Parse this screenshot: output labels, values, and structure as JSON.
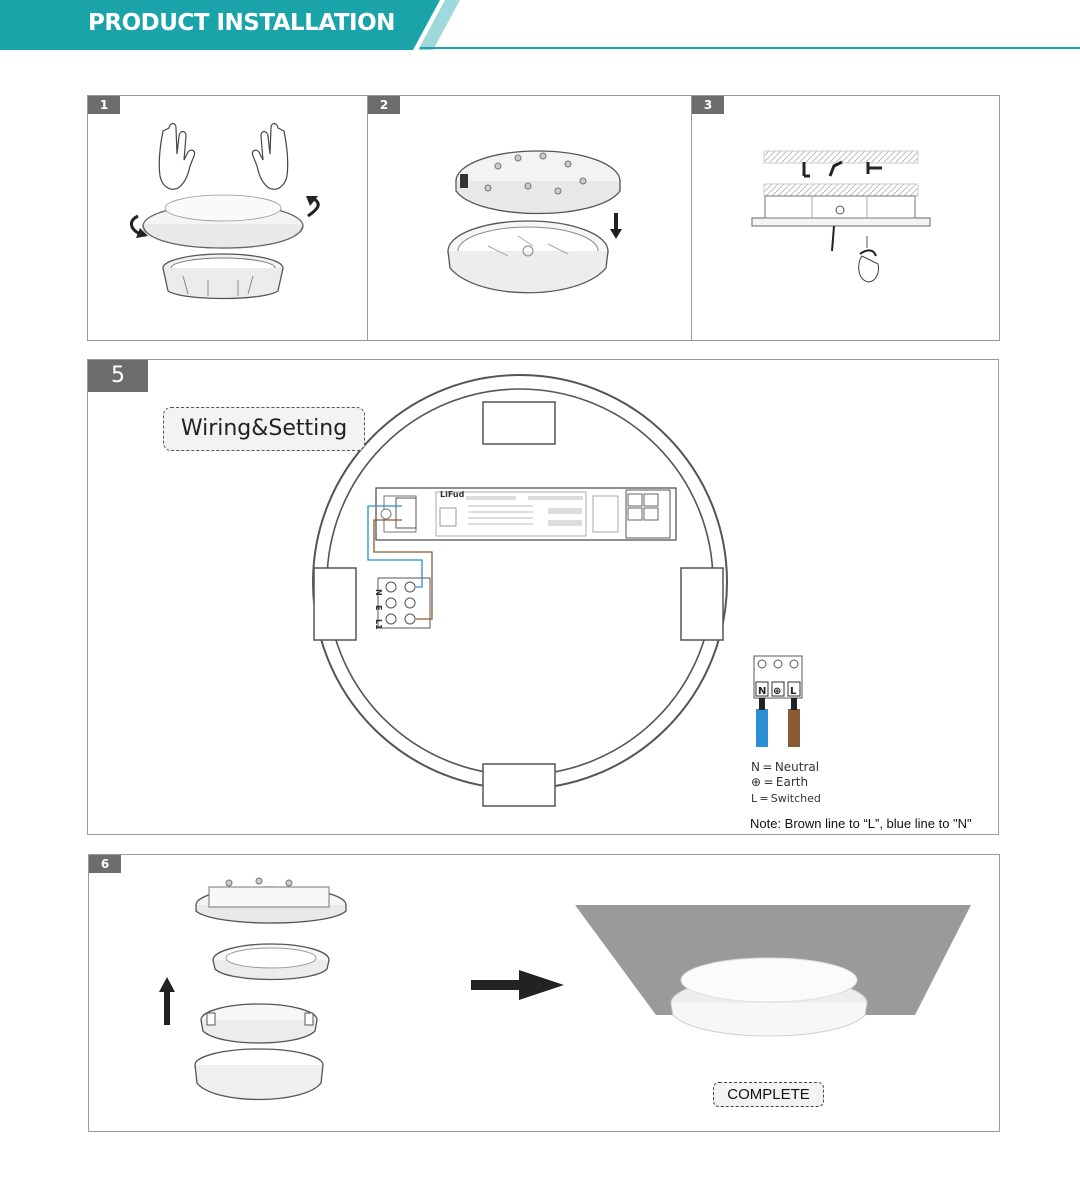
{
  "header": {
    "title": "PRODUCT INSTALLATION",
    "accent_color": "#1ba3aa"
  },
  "steps": [
    {
      "number": "1"
    },
    {
      "number": "2"
    },
    {
      "number": "3"
    },
    {
      "number": "5",
      "label": "Wiring&Setting"
    },
    {
      "number": "6",
      "label": "COMPLETE"
    }
  ],
  "driver": {
    "brand": "LiFud"
  },
  "terminals": {
    "left_labels": [
      "N",
      "E",
      "L1"
    ],
    "connector_labels": [
      "N",
      "⊕",
      "L"
    ]
  },
  "legend": {
    "neutral": "N = Neutral",
    "earth": "⊕ = Earth",
    "switched": "L = Switched"
  },
  "note": "Note: Brown line to “L”,  blue line to \"N\"",
  "wire_colors": {
    "neutral": "#2a8fd4",
    "live": "#8a5a34"
  }
}
